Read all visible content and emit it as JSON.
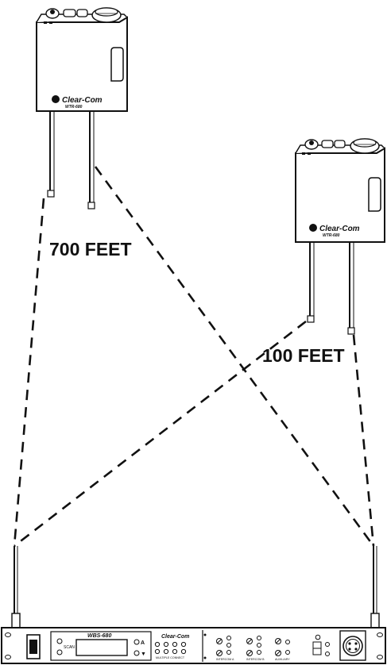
{
  "labels": {
    "far_distance": "700 FEET",
    "near_distance": "100 FEET"
  },
  "transmitter_left": {
    "brand": "Clear-Com",
    "model": "WTR-680"
  },
  "transmitter_right": {
    "brand": "Clear-Com",
    "model": "WTR-680"
  },
  "base_station": {
    "model": "WBS-680",
    "brand": "Clear-Com",
    "scan_label": "SCAN",
    "multi_label": "MULTIPLE CONNECT",
    "section_a": "INTERCOM A",
    "section_b": "INTERCOM B",
    "section_aux": "AUXILIARY"
  },
  "colors": {
    "line": "#111111",
    "background": "#ffffff"
  }
}
